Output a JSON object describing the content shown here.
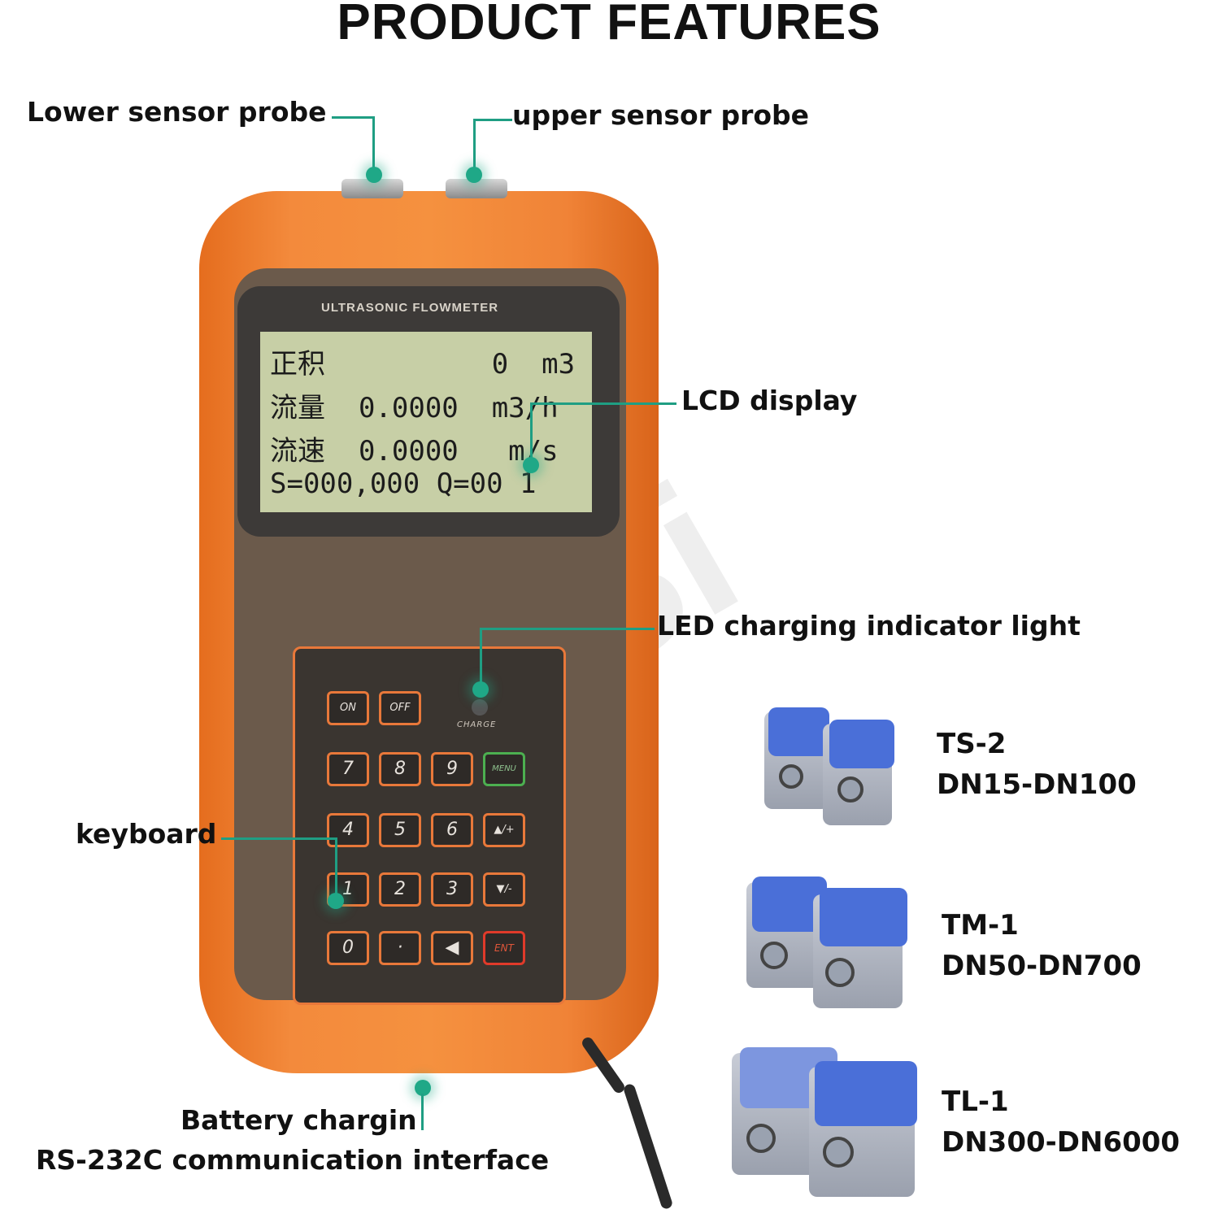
{
  "title": "PRODUCT FEATURES",
  "callouts": {
    "lower_probe": "Lower sensor probe",
    "upper_probe": "upper sensor probe",
    "lcd": "LCD display",
    "led": "LED charging indicator light",
    "keyboard": "keyboard",
    "battery": "Battery chargin",
    "rs232": "RS-232C communication interface"
  },
  "device": {
    "header": "ULTRASONIC FLOWMETER",
    "lcd_lines": [
      "正积          0  m3",
      "流量  0.0000  m3/h",
      "流速  0.0000   m/s",
      "S=000,000 Q=00 1"
    ],
    "charge_label": "CHARGE",
    "keys": [
      "ON",
      "OFF",
      "7",
      "8",
      "9",
      "MENU",
      "4",
      "5",
      "6",
      "▲/+",
      "1",
      "2",
      "3",
      "▼/-",
      "0",
      "·",
      "◀",
      "ENT"
    ]
  },
  "sensors": [
    {
      "model": "TS-2",
      "range": "DN15-DN100"
    },
    {
      "model": "TM-1",
      "range": "DN50-DN700"
    },
    {
      "model": "TL-1",
      "range": "DN300-DN6000"
    }
  ],
  "watermark": "LVSi",
  "colors": {
    "callout_line": "#1f9e83",
    "device_orange": "#f38a3c",
    "lcd": "#c7cfa6",
    "sensor_blue": "#4a6fd8"
  }
}
